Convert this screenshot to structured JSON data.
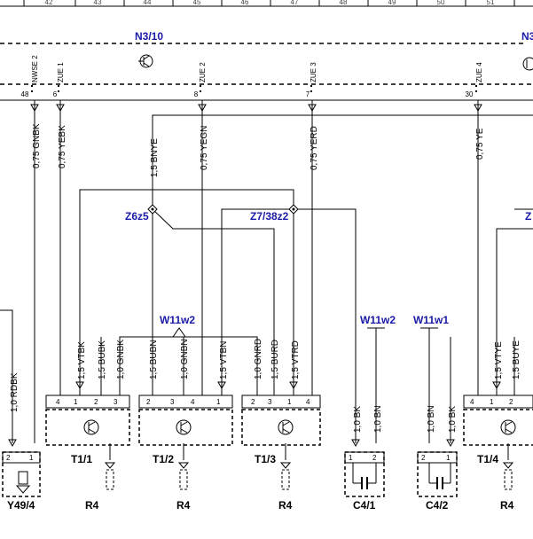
{
  "ruler": [
    "42",
    "43",
    "44",
    "45",
    "46",
    "47",
    "48",
    "49",
    "50",
    "51"
  ],
  "modules": {
    "left": "N3/10",
    "right": "N3"
  },
  "top_connectors": [
    {
      "pin": "48",
      "label": "NWSE 2"
    },
    {
      "pin": "6",
      "label": "ZUE 1"
    },
    {
      "pin": "8",
      "label": "ZUE 2"
    },
    {
      "pin": "7",
      "label": "ZUE 3"
    },
    {
      "pin": "30",
      "label": "ZUE 4"
    }
  ],
  "wires": {
    "gnbk": "0,75 GNBK",
    "yebk": "0,75 YEBK",
    "bnye": "1,5 BNYE",
    "yegn": "0,75 YEGN",
    "yerd": "0,75 YERD",
    "ye": "0,75 YE",
    "rdbk": "1,0 RDBK",
    "t11_vtbk": "1,5 VTBK",
    "t11_bubk": "1,5 BUBK",
    "t11_gnbk": "1,0 GNBK",
    "t12_bubn": "1,5 BUBN",
    "t12_gnbn": "1,0 GNBN",
    "t12_vtbn": "1,5 VTBN",
    "t13_gnrd": "1,0 GNRD",
    "t13_burd": "1,5 BURD",
    "t13_vtrd": "1,5 VTRD",
    "c41_bk": "1,0 BK",
    "c41_bn": "1,0 BN",
    "c42_bn": "1,0 BN",
    "c42_bk": "1,0 BK",
    "t14_vtye": "1,5 VTYE",
    "t14_buye": "1,5 BUYE"
  },
  "splices": {
    "z6z5": "Z6z5",
    "z7": "Z7/38z2",
    "right": "Z"
  },
  "harnesses": {
    "w11w2_top": "W11w2",
    "w11w2_mid": "W11w2",
    "w11w1": "W11w1"
  },
  "components": {
    "y49_4": "Y49/4",
    "t11": "T1/1",
    "t12": "T1/2",
    "t13": "T1/3",
    "c41": "C4/1",
    "c42": "C4/2",
    "t14": "T1/4",
    "r4": "R4"
  },
  "pins": [
    "1",
    "2",
    "3",
    "4"
  ]
}
